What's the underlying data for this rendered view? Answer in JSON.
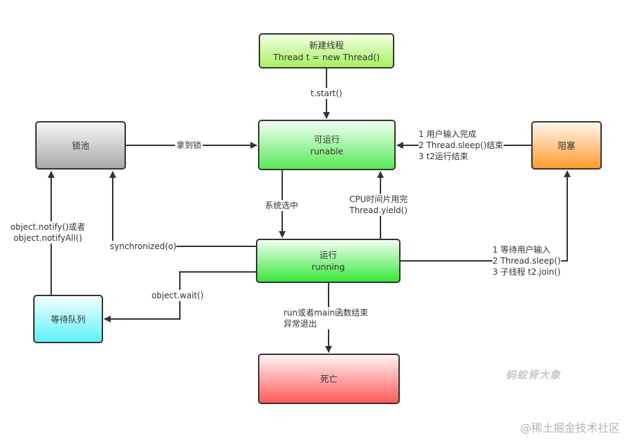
{
  "diagram": {
    "title": "Java 线程状态转换图",
    "nodes": {
      "new_thread": {
        "line1": "新建线程",
        "line2": "Thread t = new Thread()",
        "color": "#a6f25f"
      },
      "lock_pool": {
        "line1": "锁池",
        "color": "#a8a8a8"
      },
      "runnable": {
        "line1": "可运行",
        "line2": "runable",
        "color": "#57ea57"
      },
      "blocked": {
        "line1": "阻塞",
        "color": "#ff9d2e"
      },
      "running": {
        "line1": "运行",
        "line2": "running",
        "color": "#38e838"
      },
      "wait_queue": {
        "line1": "等待队列",
        "color": "#5df1f6"
      },
      "dead": {
        "line1": "死亡",
        "color": "#ff5b5b"
      }
    },
    "edges": {
      "start": {
        "from": "new_thread",
        "to": "runnable",
        "label": "t.start()"
      },
      "got_lock": {
        "from": "lock_pool",
        "to": "runnable",
        "label": "拿到锁"
      },
      "unblock": {
        "from": "blocked",
        "to": "runnable",
        "lines": [
          "1 用户输入完成",
          "2 Thread.sleep()结束",
          "3 t2运行结束"
        ]
      },
      "scheduled": {
        "from": "runnable",
        "to": "running",
        "label": "系统选中"
      },
      "yield": {
        "from": "running",
        "to": "runnable",
        "lines": [
          "CPU时间片用完",
          "Thread.yield()"
        ]
      },
      "synchronized": {
        "from": "running",
        "to": "lock_pool",
        "label": "synchronized(o)"
      },
      "notify": {
        "from": "wait_queue",
        "to": "lock_pool",
        "lines": [
          "object.notify()或者",
          "object.notifyAll()"
        ]
      },
      "wait": {
        "from": "running",
        "to": "wait_queue",
        "label": "object.wait()"
      },
      "block": {
        "from": "running",
        "to": "blocked",
        "lines": [
          "1 等待用户输入",
          "2 Thread.sleep()",
          "3 子线程 t2.join()"
        ]
      },
      "terminate": {
        "from": "running",
        "to": "dead",
        "lines": [
          "run或者main函数结束",
          "异常退出"
        ]
      }
    },
    "line_color": "#333333"
  },
  "watermarks": {
    "author": "蚂蚁背大象",
    "site": "@稀土掘金技术社区"
  }
}
